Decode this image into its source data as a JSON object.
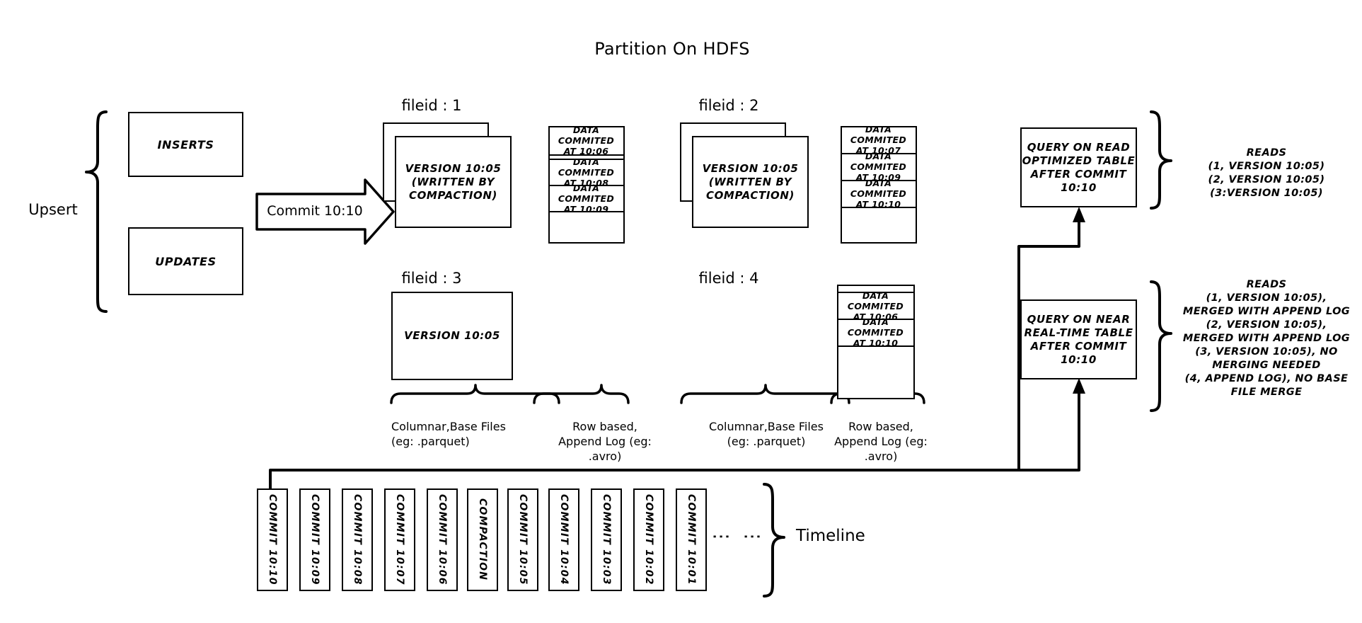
{
  "title": "Partition On HDFS",
  "upsert": {
    "label": "Upsert",
    "inserts": "INSERTS",
    "updates": "UPDATES"
  },
  "commit_arrow": {
    "label": "Commit 10:10"
  },
  "filegroups": [
    {
      "id": "fileid-1",
      "heading": "fileid : 1",
      "base_file": {
        "lines": [
          "VERSION 10:05",
          "(WRITTEN BY",
          "COMPACTION)"
        ]
      },
      "log_entries": [
        {
          "l1": "DATA COMMITED",
          "l2": "AT 10:06"
        },
        {
          "l1": "DATA COMMITED",
          "l2": "AT 10:08"
        },
        {
          "l1": "DATA COMMITED",
          "l2": "AT 10:09"
        }
      ]
    },
    {
      "id": "fileid-2",
      "heading": "fileid : 2",
      "base_file": {
        "lines": [
          "VERSION 10:05",
          "(WRITTEN BY",
          "COMPACTION)"
        ]
      },
      "log_entries": [
        {
          "l1": "DATA COMMITED",
          "l2": "AT 10:07"
        },
        {
          "l1": "DATA COMMITED",
          "l2": "AT 10:09"
        },
        {
          "l1": "DATA COMMITED",
          "l2": "AT 10:10"
        }
      ]
    },
    {
      "id": "fileid-3",
      "heading": "fileid : 3",
      "base_file": {
        "lines": [
          "VERSION 10:05"
        ]
      },
      "log_entries": []
    },
    {
      "id": "fileid-4",
      "heading": "fileid : 4",
      "base_file": null,
      "log_entries": [
        {
          "l1": "DATA COMMITED",
          "l2": "AT 10:06"
        },
        {
          "l1": "DATA COMMITED",
          "l2": "AT 10:10"
        }
      ]
    }
  ],
  "captions": {
    "base_files": [
      "Columnar,Base Files",
      "(eg: .parquet)"
    ],
    "append_log": [
      "Row based,",
      "Append Log  (eg:",
      ".avro)"
    ]
  },
  "queries": [
    {
      "id": "read-optimized",
      "box_lines": [
        "QUERY ON READ",
        "OPTIMIZED TABLE",
        "AFTER COMMIT",
        "10:10"
      ],
      "reads_lines": [
        "READS",
        "(1, VERSION 10:05)",
        "(2, VERSION 10:05)",
        "(3:VERSION 10:05)"
      ]
    },
    {
      "id": "near-real-time",
      "box_lines": [
        "QUERY ON NEAR",
        "REAL-TIME TABLE",
        "AFTER COMMIT",
        "10:10"
      ],
      "reads_lines": [
        "READS",
        "(1, VERSION 10:05),",
        "MERGED WITH APPEND LOG",
        "(2, VERSION 10:05),",
        "MERGED WITH APPEND LOG",
        "(3, VERSION 10:05), NO",
        "MERGING NEEDED",
        "(4, APPEND LOG), NO BASE",
        "FILE MERGE"
      ]
    }
  ],
  "timeline": {
    "label": "Timeline",
    "ellipsis": "⋮",
    "items": [
      "COMMIT  10:10",
      "COMMIT  10:09",
      "COMMIT  10:08",
      "COMMIT  10:07",
      "COMMIT  10:06",
      "COMPACTION",
      "COMMIT  10:05",
      "COMMIT  10:04",
      "COMMIT  10:03",
      "COMMIT  10:02",
      "COMMIT  10:01"
    ]
  },
  "colors": {
    "ink": "#000000",
    "paper": "#ffffff"
  }
}
